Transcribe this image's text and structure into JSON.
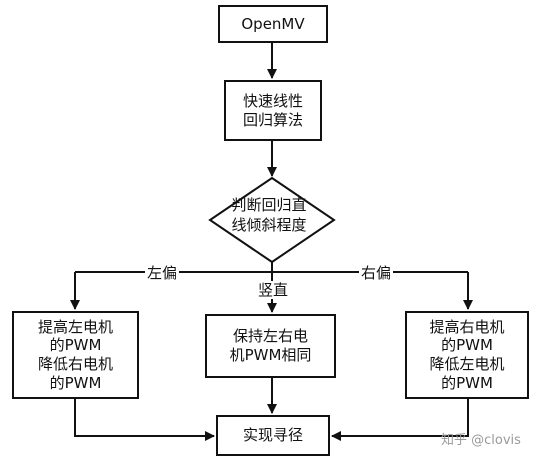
{
  "diagram": {
    "start": "OpenMV",
    "step1": "快速线性\n回归算法",
    "decision": "判断回归直\n线倾斜程度",
    "branch_left_label": "左偏",
    "branch_mid_label": "竖直",
    "branch_right_label": "右偏",
    "left_action": "提高左电机\n的PWM\n降低右电机\n的PWM",
    "mid_action": "保持左右电\n机PWM相同",
    "right_action": "提高右电机\n的PWM\n降低左电机\n的PWM",
    "end": "实现寻径"
  },
  "watermark": "知乎 @clovis",
  "colors": {
    "line": "#111111",
    "watermark": "#9a9a9a"
  }
}
